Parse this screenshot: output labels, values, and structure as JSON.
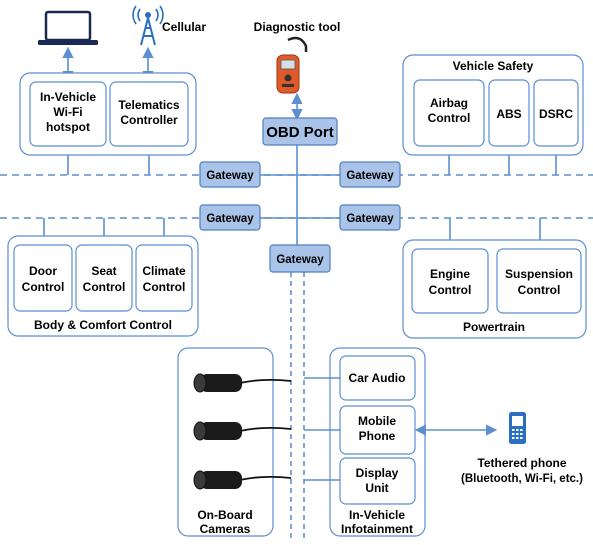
{
  "labels": {
    "cellular": "Cellular",
    "diagnostic_tool": "Diagnostic tool",
    "obd_port": "OBD Port",
    "gateway": "Gateway",
    "wifi_hotspot": [
      "In-Vehicle",
      "Wi-Fi",
      "hotspot"
    ],
    "telematics": [
      "Telematics",
      "Controller"
    ],
    "vehicle_safety": "Vehicle Safety",
    "airbag": [
      "Airbag",
      "Control"
    ],
    "abs": "ABS",
    "dsrc": "DSRC",
    "door": [
      "Door",
      "Control"
    ],
    "seat": [
      "Seat",
      "Control"
    ],
    "climate": [
      "Climate",
      "Control"
    ],
    "body_comfort": "Body & Comfort Control",
    "engine": [
      "Engine",
      "Control"
    ],
    "suspension": [
      "Suspension",
      "Control"
    ],
    "powertrain": "Powertrain",
    "car_audio": "Car Audio",
    "mobile_phone": [
      "Mobile",
      "Phone"
    ],
    "display_unit": [
      "Display",
      "Unit"
    ],
    "cameras": [
      "On-Board",
      "Cameras"
    ],
    "infotainment": [
      "In-Vehicle",
      "Infotainment"
    ],
    "tethered_phone": [
      "Tethered phone",
      "(Bluetooth, Wi-Fi, etc.)"
    ]
  },
  "colors": {
    "bus": "#5b8fd0",
    "gateway_fill": "#a9c4e8",
    "obd_tool": "#e05a2a"
  },
  "icons": [
    "laptop-icon",
    "cell-tower-icon",
    "obd-scanner-icon",
    "camera-icon",
    "smartphone-icon"
  ]
}
